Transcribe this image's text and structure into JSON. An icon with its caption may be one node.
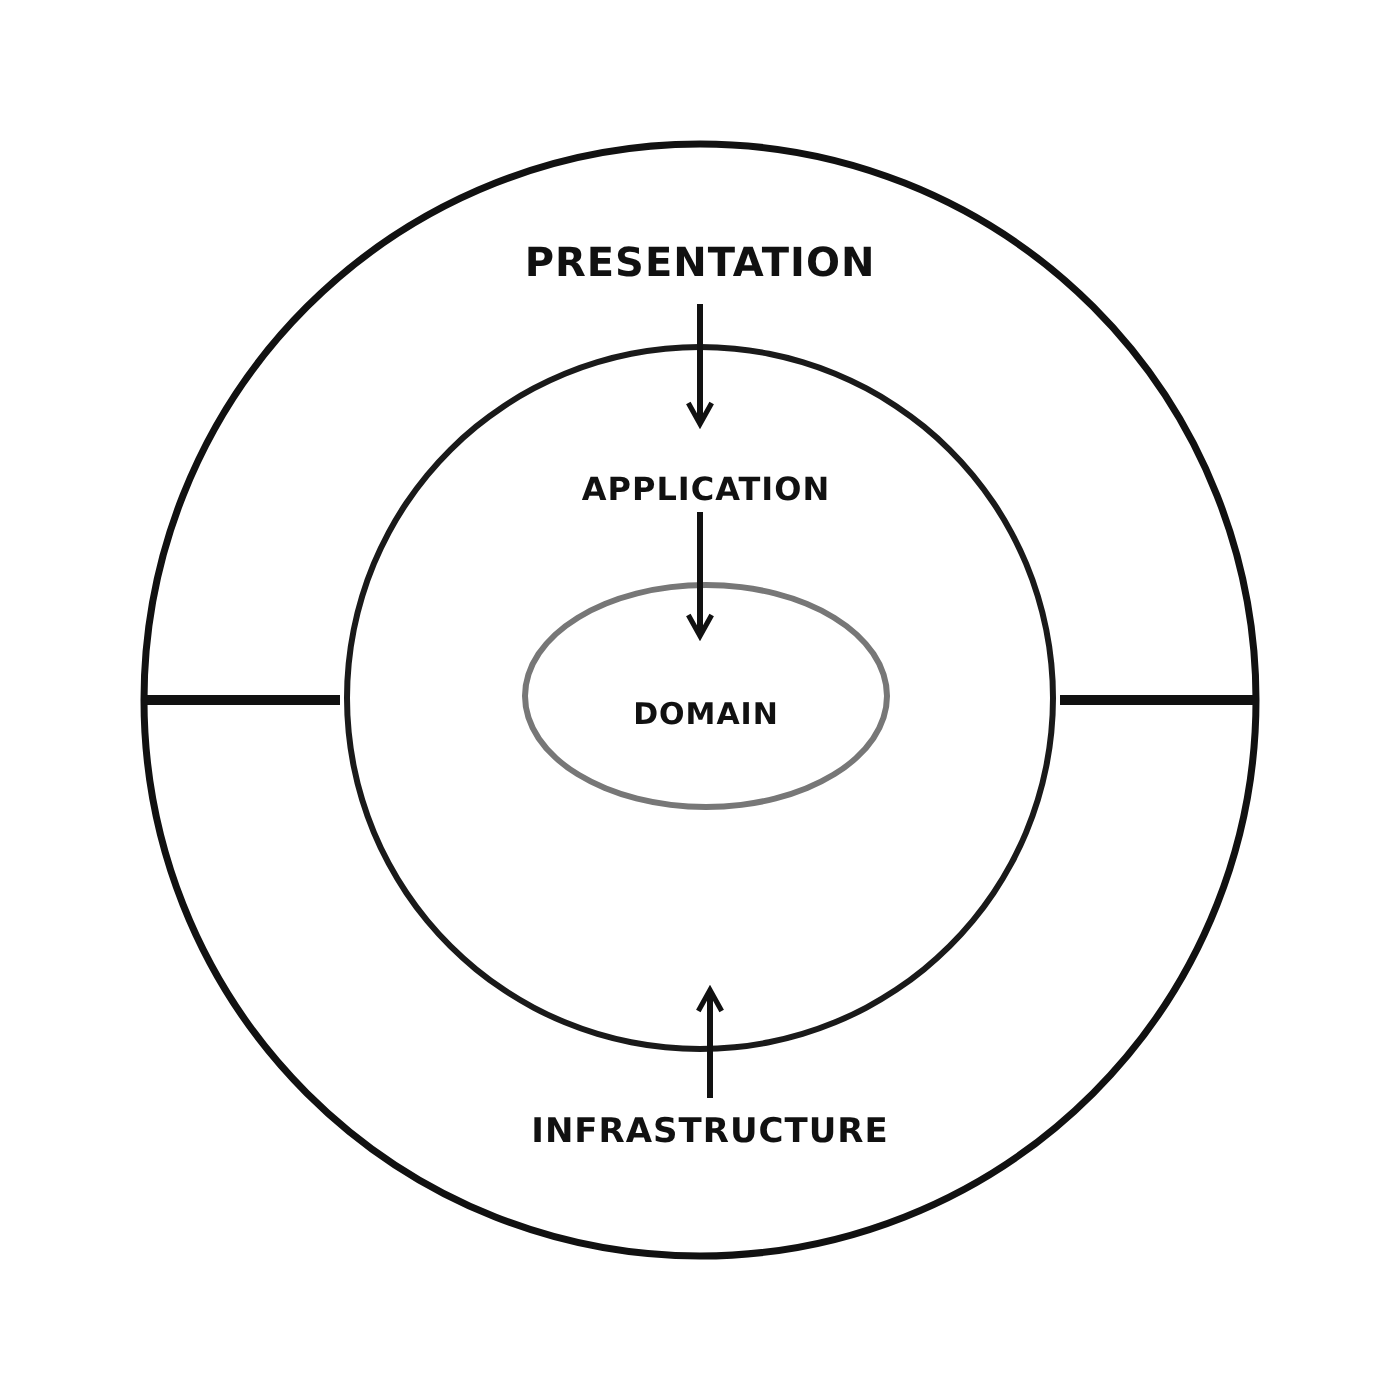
{
  "diagram": {
    "nodes": [
      {
        "text": [
          "PRESENTATION"
        ]
      },
      {
        "text": [
          "INFRASTRUCTURE"
        ]
      },
      {
        "text": [],
        "shape": "circle"
      },
      {
        "text": [
          "APPLICATION"
        ],
        "in": 2
      },
      {
        "text": [
          "DOMAIN"
        ],
        "in": 2
      }
    ],
    "edges": [
      {
        "from": 0,
        "to": 3,
        "arrow": "to"
      },
      {
        "from": 3,
        "to": 4,
        "arrow": "to"
      },
      {
        "from": 1,
        "to": 2,
        "arrow": "to"
      }
    ]
  }
}
